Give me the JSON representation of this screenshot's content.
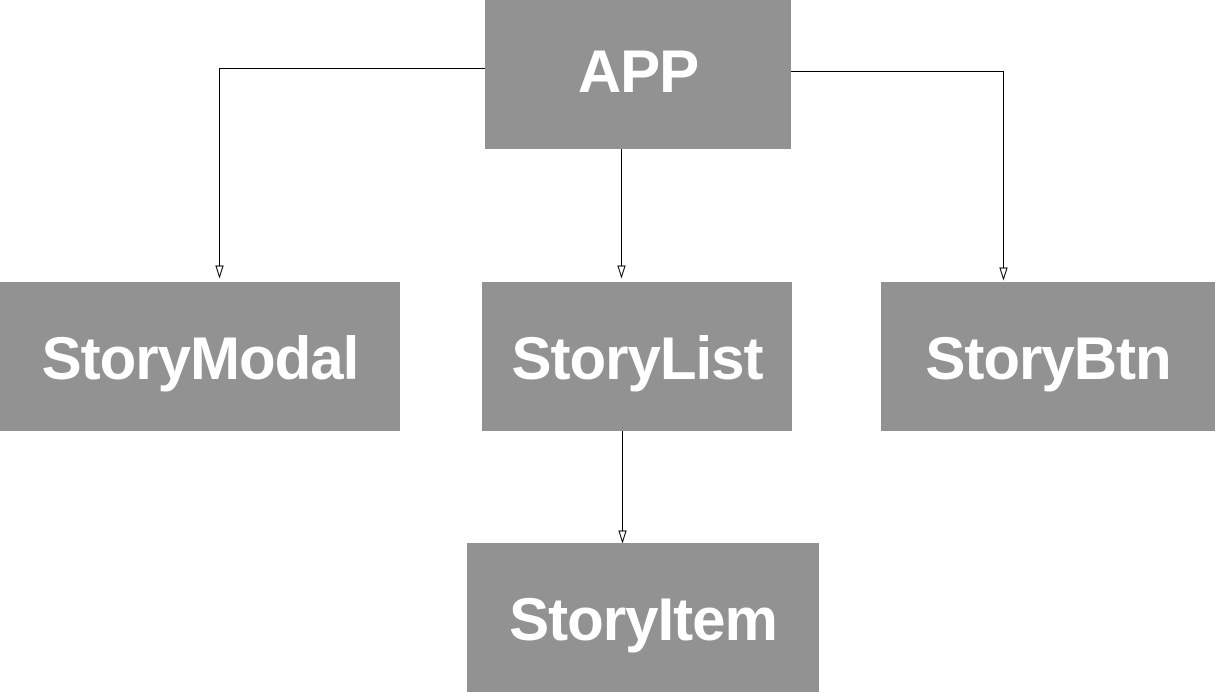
{
  "diagram": {
    "node_color": "#929292",
    "text_color": "#ffffff",
    "line_color": "#000000",
    "nodes": {
      "app": "APP",
      "story_modal": "StoryModal",
      "story_list": "StoryList",
      "story_btn": "StoryBtn",
      "story_item": "StoryItem"
    },
    "edges": [
      {
        "from": "APP",
        "to": "StoryModal"
      },
      {
        "from": "APP",
        "to": "StoryList"
      },
      {
        "from": "APP",
        "to": "StoryBtn"
      },
      {
        "from": "StoryList",
        "to": "StoryItem"
      }
    ]
  }
}
